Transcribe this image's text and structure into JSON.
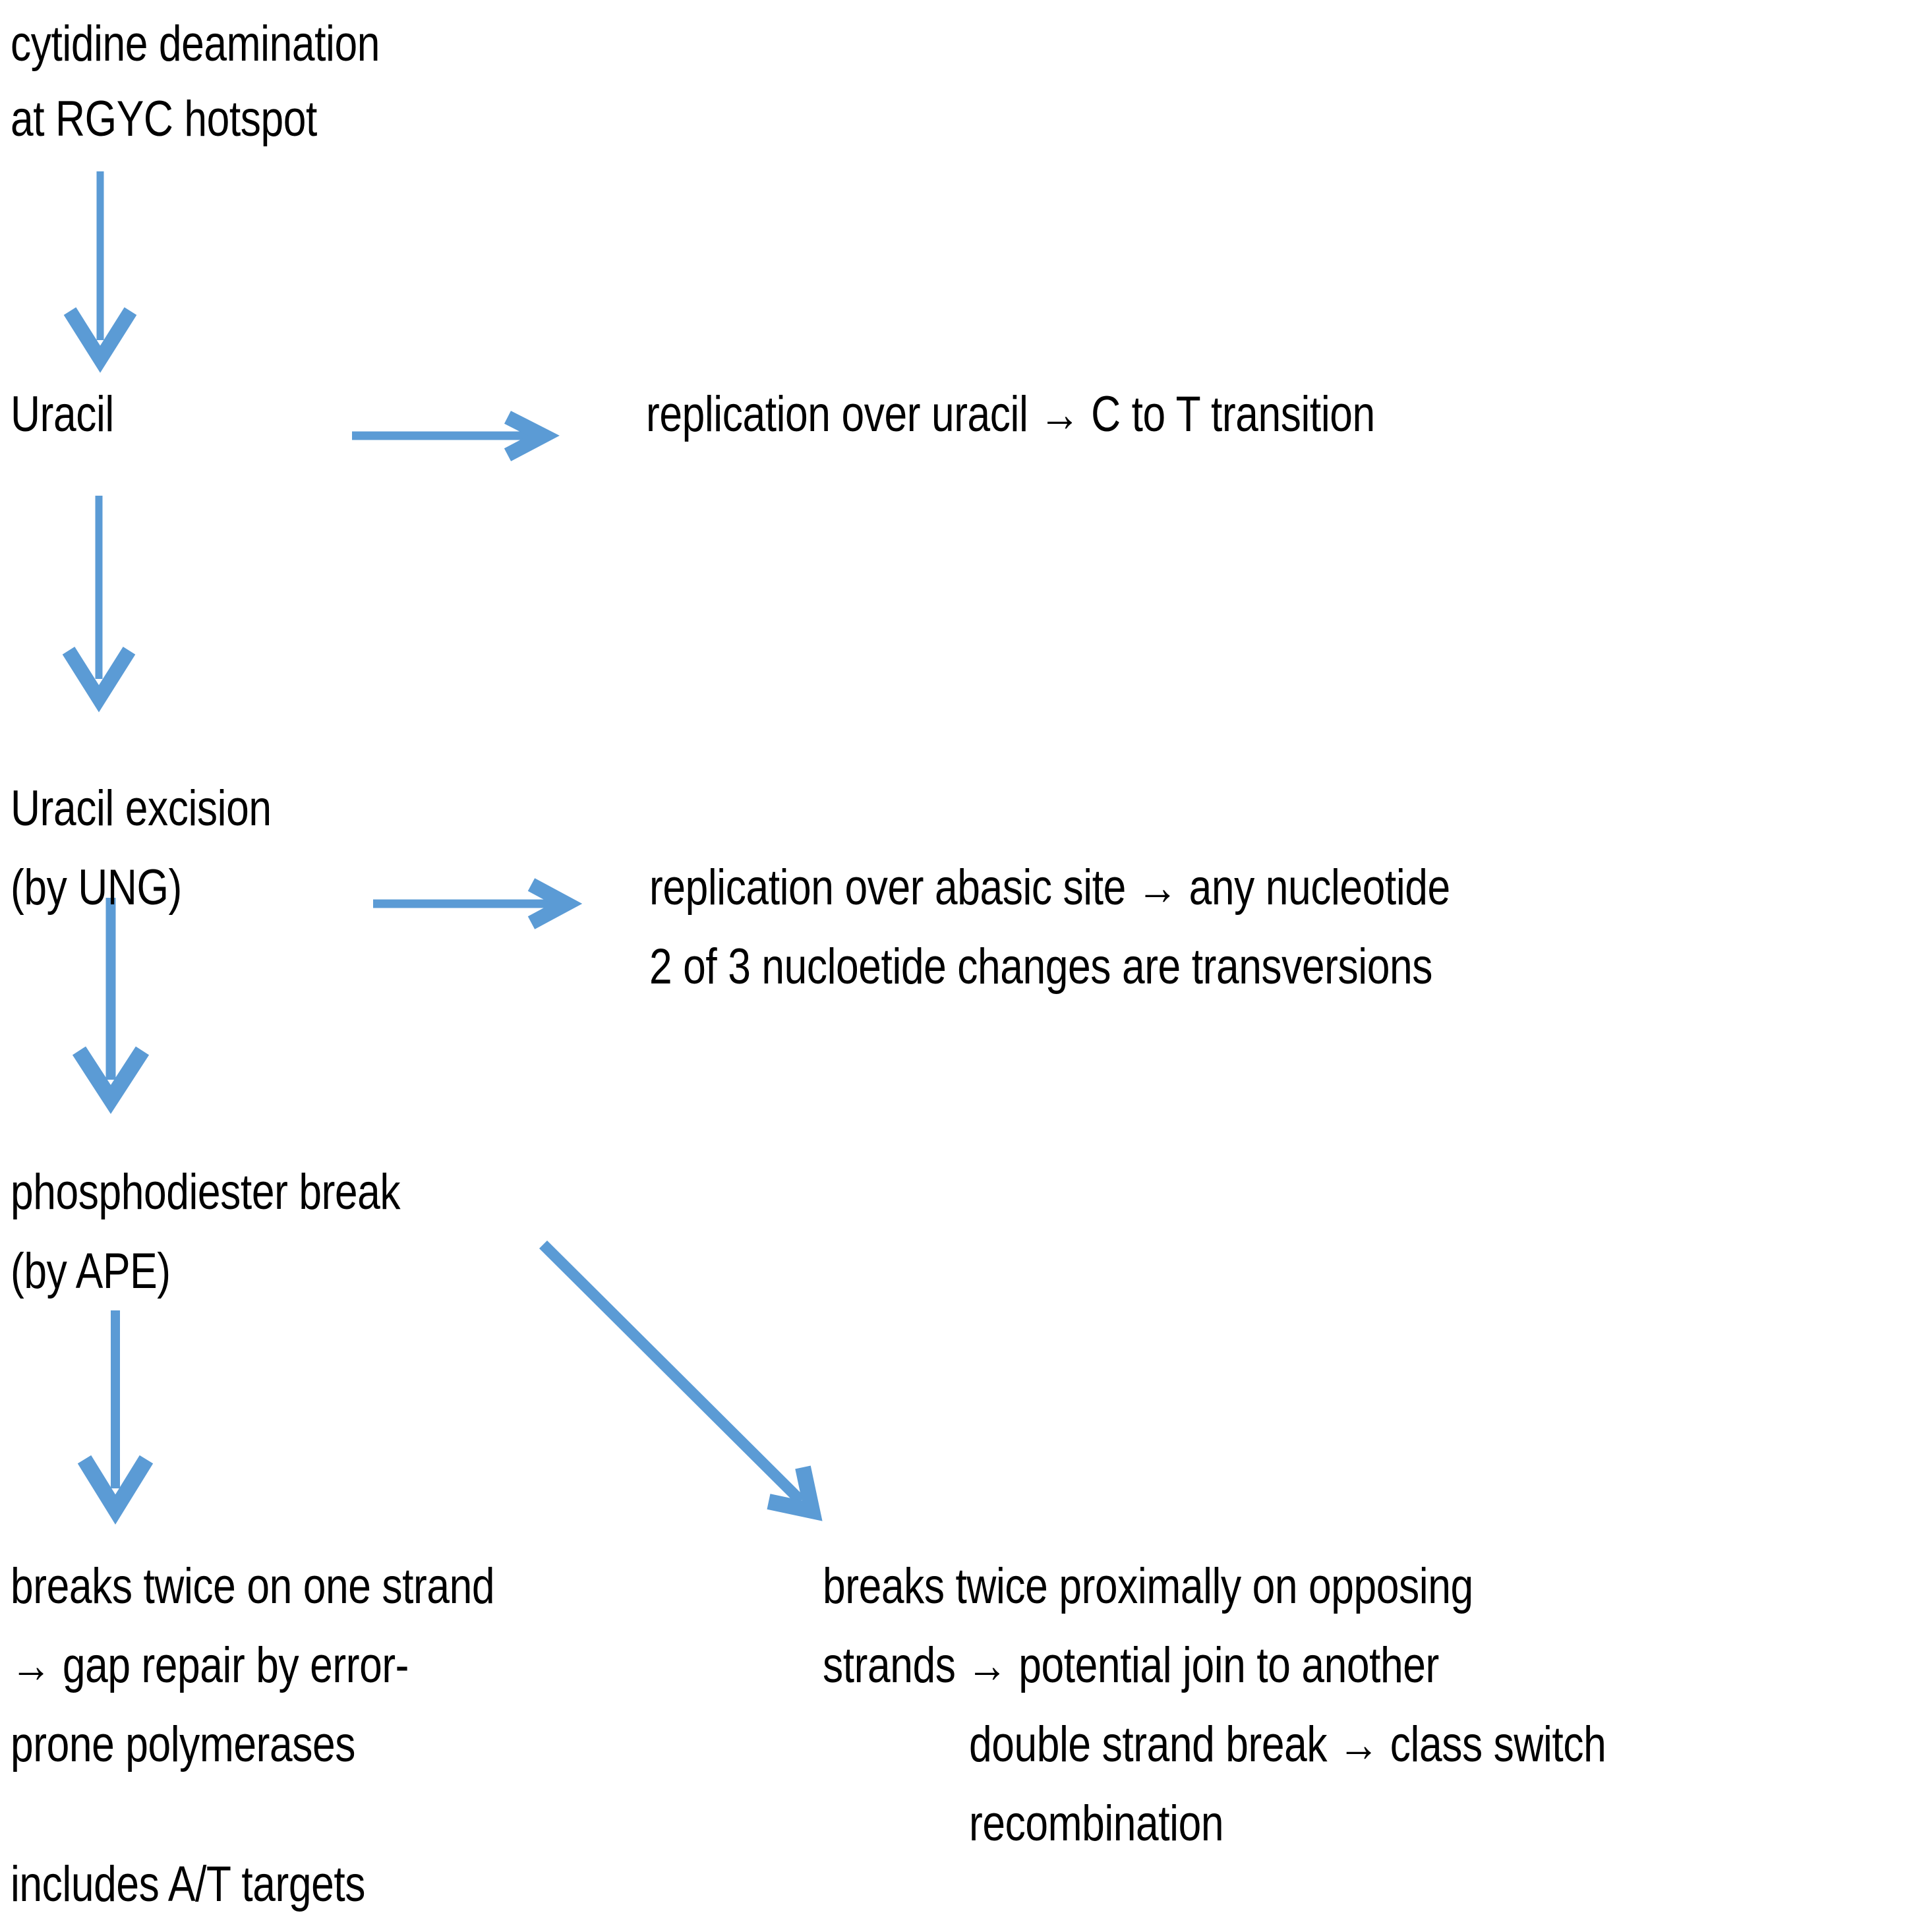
{
  "diagram": {
    "title": "Somatic hypermutation / AID pathway flow diagram",
    "background_color": "#ffffff",
    "text_color": "#000000",
    "arrow_color": "#5B9BD5",
    "inline_arrow_glyph": "→"
  },
  "nodes": {
    "deamination": {
      "line1": "cytidine deamination",
      "line2": "at RGYC hotspot"
    },
    "uracil": {
      "line1": "Uracil"
    },
    "uracil_branch": {
      "line1": "replication over uracil → C to T transition"
    },
    "uracil_excision": {
      "line1": "Uracil excision",
      "line2": "(by UNG)"
    },
    "abasic_branch": {
      "line1": "replication over abasic site → any nucleotide",
      "line2": "2 of 3 nucloetide changes are transversions"
    },
    "phosphodiester": {
      "line1": "phosphodiester break",
      "line2": "(by APE)"
    },
    "single_strand": {
      "line1": "breaks twice on one strand",
      "line2": "→ gap repair by error-",
      "line3": "prone polymerases",
      "line4": "includes A/T targets"
    },
    "double_strand": {
      "line1": "breaks twice proximally on opposing",
      "line2": "strands → potential join to another",
      "line3": "double strand break → class switch",
      "line4": "recombination"
    }
  },
  "edges": [
    {
      "name": "deamination-to-uracil",
      "type": "vertical-arrow"
    },
    {
      "name": "uracil-to-replication-branch",
      "type": "horizontal-arrow"
    },
    {
      "name": "uracil-to-uracil-excision",
      "type": "vertical-arrow"
    },
    {
      "name": "excision-to-abasic-branch",
      "type": "horizontal-arrow"
    },
    {
      "name": "excision-to-phosphodiester",
      "type": "vertical-arrow"
    },
    {
      "name": "phosphodiester-to-single-strand",
      "type": "vertical-arrow"
    },
    {
      "name": "phosphodiester-to-double-strand",
      "type": "diagonal-arrow"
    }
  ]
}
